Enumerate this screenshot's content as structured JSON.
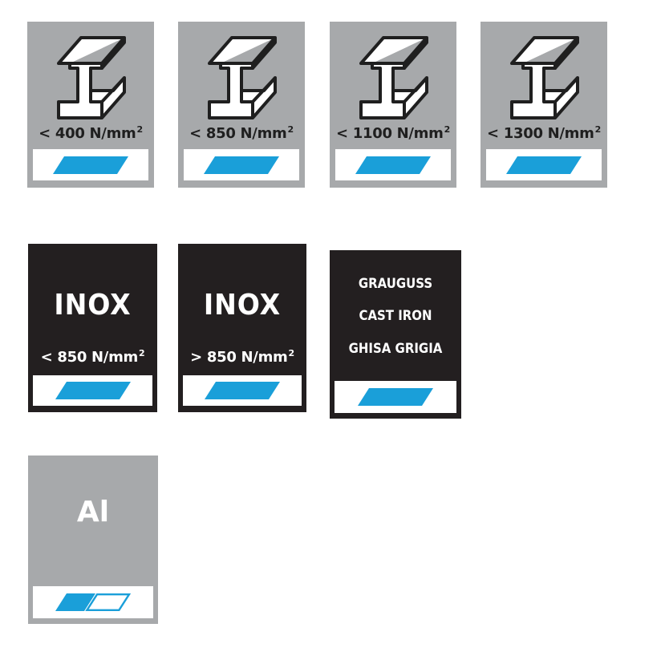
{
  "steel_cards": [
    {
      "label": "< 400 N/mm",
      "sup": "2"
    },
    {
      "label": "< 850 N/mm",
      "sup": "2"
    },
    {
      "label": "< 1100 N/mm",
      "sup": "2"
    },
    {
      "label": "< 1300 N/mm",
      "sup": "2"
    }
  ],
  "inox_cards": [
    {
      "title": "INOX",
      "label": "< 850 N/mm",
      "sup": "2"
    },
    {
      "title": "INOX",
      "label": "> 850 N/mm",
      "sup": "2"
    }
  ],
  "cast_iron_card": {
    "lines": [
      "GRAUGUSS",
      "CAST IRON",
      "GHISA GRIGIA"
    ]
  },
  "aluminium_card": {
    "title": "Al",
    "suitability": 0.5
  },
  "colors": {
    "steel_bg": "#a7a9ab",
    "dark_bg": "#231f20",
    "accent_blue": "#1a9fd9",
    "white": "#ffffff"
  }
}
